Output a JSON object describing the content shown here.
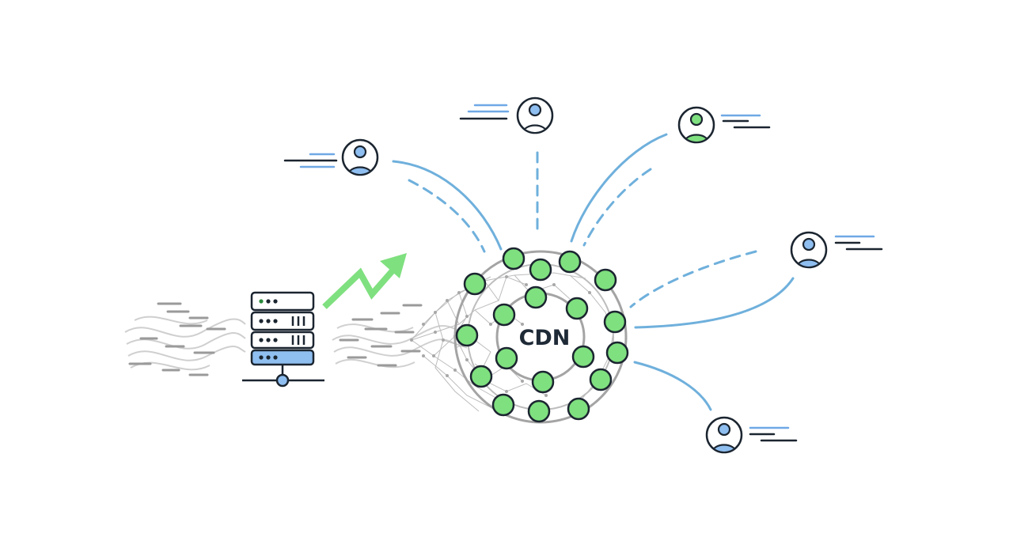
{
  "cdn": {
    "label": "CDN",
    "node_color": "#7fe07f",
    "node_stroke": "#1b2530",
    "ring_color": "#9a9a9a"
  },
  "colors": {
    "connection_line": "#6fb0dc",
    "user_accent_blue": "#6fa8e6",
    "user_accent_green": "#7fe07f",
    "server_accent": "#6fa8e6",
    "outline": "#1b2530",
    "traffic_waves": "#c8c8c8",
    "growth_arrow": "#7fe07f"
  },
  "icons": {
    "server": "server-rack-icon",
    "user": "user-avatar-icon",
    "growth": "trend-up-arrow-icon"
  },
  "users": [
    {
      "id": "user-1",
      "accent": "blue"
    },
    {
      "id": "user-2",
      "accent": "blue"
    },
    {
      "id": "user-3",
      "accent": "green"
    },
    {
      "id": "user-4",
      "accent": "blue"
    },
    {
      "id": "user-5",
      "accent": "blue"
    }
  ]
}
